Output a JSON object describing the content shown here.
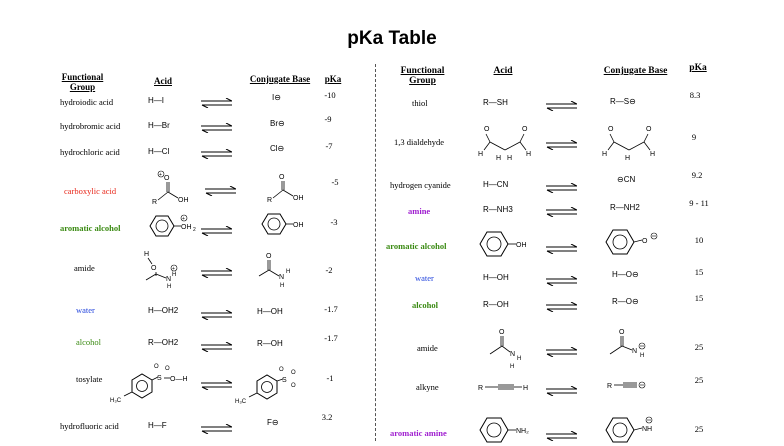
{
  "title": "pKa Table",
  "headers": {
    "functional_group": "Functional Group",
    "acid": "Acid",
    "conjugate_base": "Conjugate Base",
    "pka": "pKa"
  },
  "left_rows": [
    {
      "name": "hydroiodic acid",
      "acid": "H—I",
      "base": "I⊖",
      "pka": "-10"
    },
    {
      "name": "hydrobromic acid",
      "acid": "H—Br",
      "base": "Br⊖",
      "pka": "-9"
    },
    {
      "name": "hydrochloric acid",
      "acid": "H—Cl",
      "base": "Cl⊖",
      "pka": "-7"
    },
    {
      "name": "carboxylic acid",
      "acid": "",
      "base": "",
      "pka": "-5"
    },
    {
      "name": "aromatic alcohol",
      "acid": "",
      "base": "",
      "pka": "-3"
    },
    {
      "name": "amide",
      "acid": "",
      "base": "",
      "pka": "-2"
    },
    {
      "name": "water",
      "acid": "H—OH2",
      "base": "H—OH",
      "pka": "-1.7"
    },
    {
      "name": "alcohol",
      "acid": "R—OH2",
      "base": "R—OH",
      "pka": "-1.7"
    },
    {
      "name": "tosylate",
      "acid": "",
      "base": "",
      "pka": "-1"
    },
    {
      "name": "hydrofluoric acid",
      "acid": "H—F",
      "base": "F⊖",
      "pka": "3.2"
    }
  ],
  "right_rows": [
    {
      "name": "thiol",
      "acid": "R—SH",
      "base": "R—S⊖",
      "pka": "8.3"
    },
    {
      "name": "1,3 dialdehyde",
      "acid": "",
      "base": "",
      "pka": "9"
    },
    {
      "name": "hydrogen cyanide",
      "acid": "H—CN",
      "base": "⊖CN",
      "pka": "9.2"
    },
    {
      "name": "amine",
      "acid": "R—NH3",
      "base": "R—NH2",
      "pka": "9 - 11"
    },
    {
      "name": "aromatic alcohol",
      "acid": "",
      "base": "",
      "pka": "10"
    },
    {
      "name": "water",
      "acid": "H—OH",
      "base": "H—O⊖",
      "pka": "15"
    },
    {
      "name": "alcohol",
      "acid": "R—OH",
      "base": "R—O⊖",
      "pka": "15"
    },
    {
      "name": "amide",
      "acid": "",
      "base": "",
      "pka": "25"
    },
    {
      "name": "alkyne",
      "acid": "",
      "base": "",
      "pka": "25"
    },
    {
      "name": "aromatic amine",
      "acid": "",
      "base": "",
      "pka": "25"
    }
  ],
  "colors": {
    "red": "#e8291c",
    "green": "#3a8a12",
    "blue": "#2244dd",
    "purple": "#a020d0"
  }
}
